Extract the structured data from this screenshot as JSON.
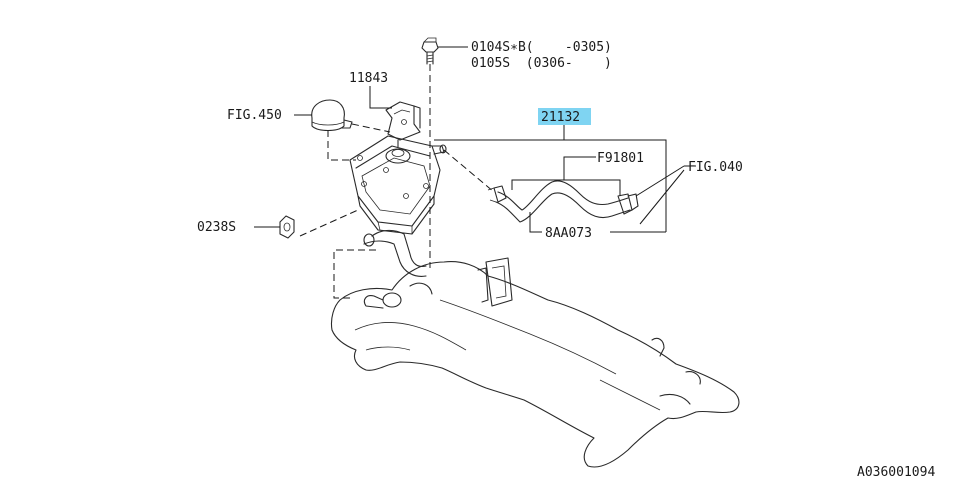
{
  "parts": {
    "bolt_a": "0104S∗B(    -0305)",
    "bolt_b": "0105S  (0306-    )",
    "bracket": "11843",
    "cap_ref": "FIG.450",
    "nut": "0238S",
    "hose_assembly": "21132",
    "clamp": "F91801",
    "fig_ref": "FIG.040",
    "hose": "8AA073"
  },
  "diagram_id": "A036001094",
  "highlight_color": "#7fd4f2"
}
